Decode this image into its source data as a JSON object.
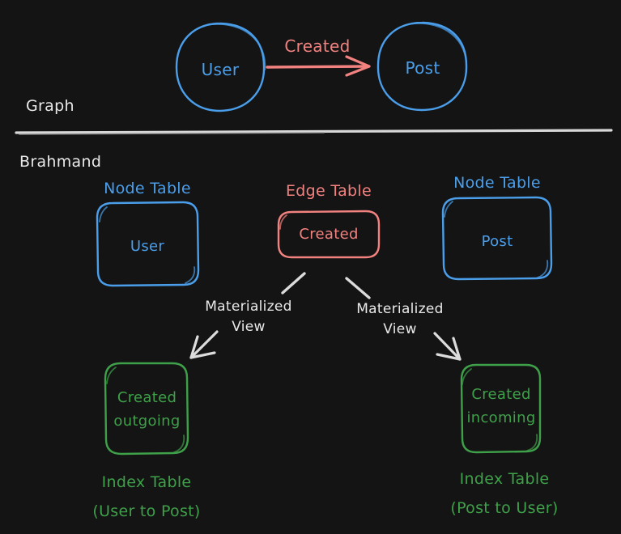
{
  "meta": {
    "background": "#141414",
    "colors": {
      "blue": "#4a9eea",
      "red": "#f2827f",
      "green": "#3fa04a",
      "white": "#e9e9e9"
    }
  },
  "sections": {
    "graph_label": "Graph",
    "brahmand_label": "Brahmand"
  },
  "graph": {
    "nodes": [
      {
        "id": "user",
        "label": "User"
      },
      {
        "id": "post",
        "label": "Post"
      }
    ],
    "edge": {
      "label": "Created",
      "from": "User",
      "to": "Post"
    }
  },
  "brahmand": {
    "node_table_left": {
      "caption": "Node Table",
      "label": "User"
    },
    "edge_table": {
      "caption": "Edge Table",
      "label": "Created"
    },
    "node_table_right": {
      "caption": "Node Table",
      "label": "Post"
    },
    "materialized_view_left": {
      "line1": "Materialized",
      "line2": "View"
    },
    "materialized_view_right": {
      "line1": "Materialized",
      "line2": "View"
    },
    "index_table_left": {
      "box_line1": "Created",
      "box_line2": "outgoing",
      "caption_line1": "Index Table",
      "caption_line2": "(User to Post)"
    },
    "index_table_right": {
      "box_line1": "Created",
      "box_line2": "incoming",
      "caption_line1": "Index Table",
      "caption_line2": "(Post to User)"
    }
  }
}
